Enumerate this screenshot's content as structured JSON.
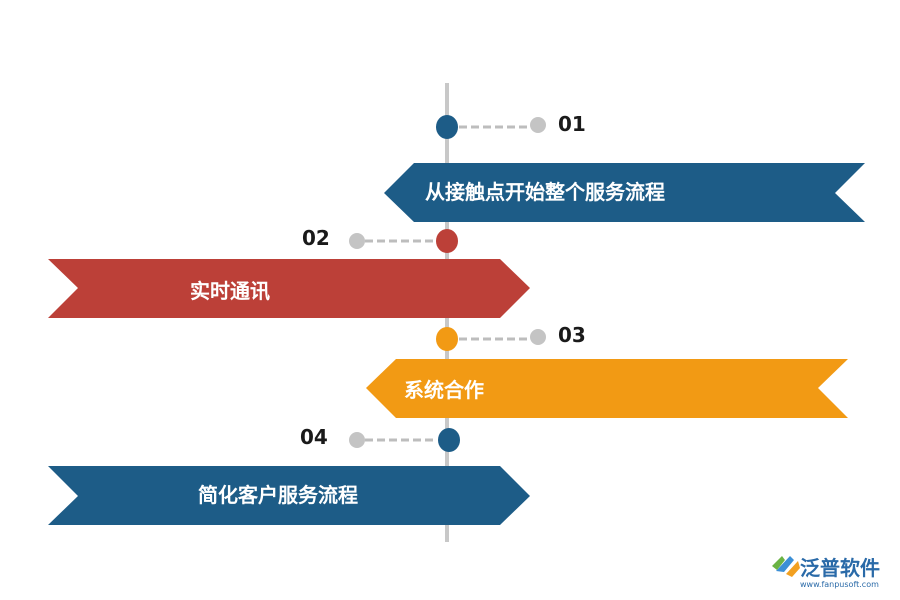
{
  "colors": {
    "blue": "#1d5c87",
    "red": "#bc4038",
    "orange": "#f29a14",
    "timeline": "#c8c8c8",
    "connector": "#bdbdbd",
    "brand": "#2a6aa8"
  },
  "steps": [
    {
      "number": "01",
      "label": "从接触点开始整个服务流程",
      "color": "#1d5c87"
    },
    {
      "number": "02",
      "label": "实时通讯",
      "color": "#bc4038"
    },
    {
      "number": "03",
      "label": "系统合作",
      "color": "#f29a14"
    },
    {
      "number": "04",
      "label": "简化客户服务流程",
      "color": "#1d5c87"
    }
  ],
  "logo": {
    "name": "泛普软件",
    "url": "www.fanpusoft.com",
    "icon": "fanpu-logo-icon"
  }
}
